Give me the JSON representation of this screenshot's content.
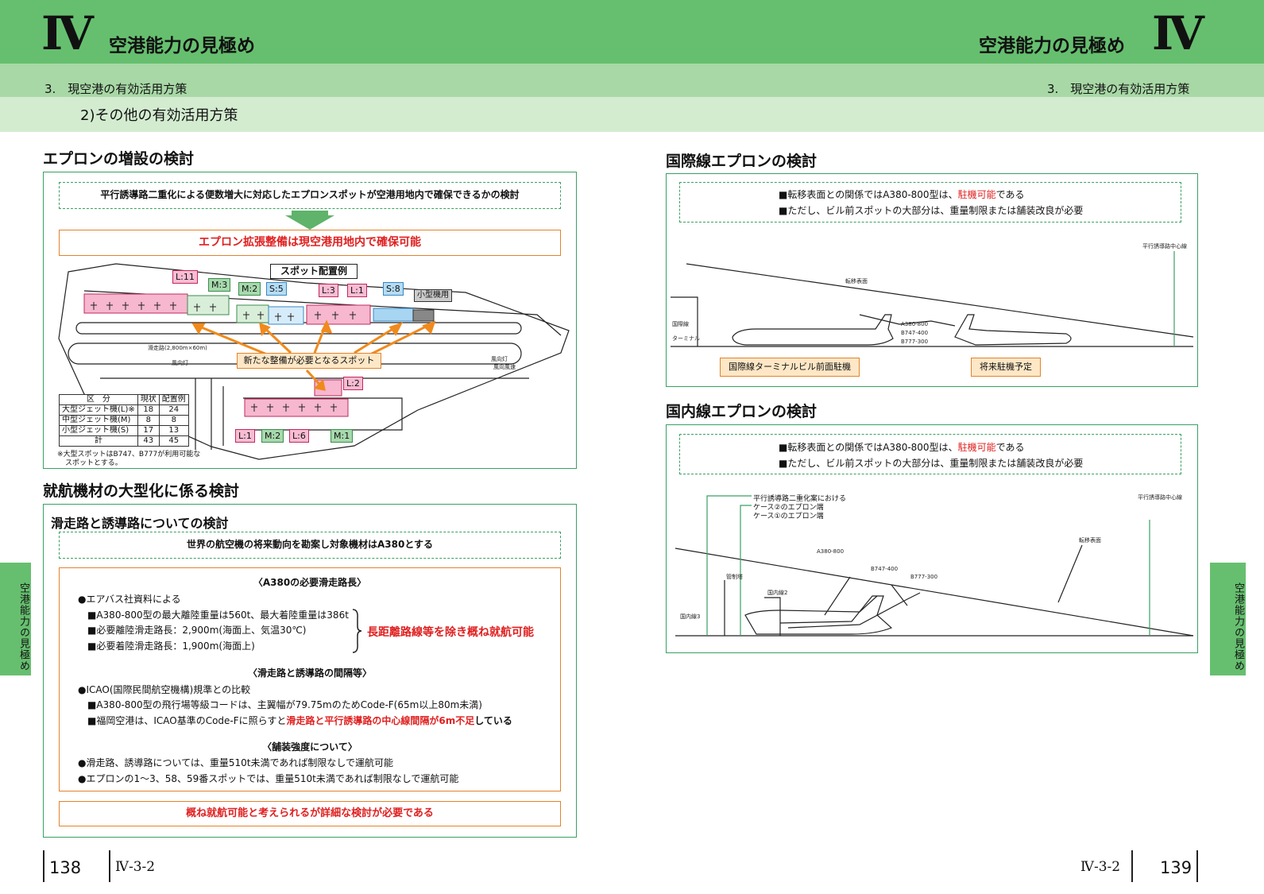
{
  "header": {
    "roman": "Ⅳ",
    "chapter_title": "空港能力の見極め",
    "section": "3.　現空港の有効活用方策",
    "subsection": "2)その他の有効活用方策"
  },
  "side_tab": "空港能力の見極め",
  "left": {
    "apron": {
      "heading": "エプロンの増設の検討",
      "question": "平行誘導路二重化による便数増大に対応したエプロンスポットが空港用地内で確保できるかの検討",
      "conclusion": "エプロン拡張整備は現空港用地内で確保可能",
      "diagram": {
        "title": "スポット配置例",
        "callout": "新たな整備が必要となるスポット",
        "small_aircraft": "小型機用",
        "runway_label": "滑走路(2,800m×60m)",
        "wind_vane_1": "風向灯",
        "wind_vane_2": "風向灯",
        "wind_vane_3": "風向風速",
        "spot_labels": [
          "L:11",
          "M:3",
          "M:2",
          "S:5",
          "L:3",
          "L:1",
          "S:8",
          "L:2",
          "L:1",
          "M:2",
          "L:6",
          "M:1"
        ],
        "table": {
          "headers": [
            "区　分",
            "現状",
            "配置例"
          ],
          "rows": [
            [
              "大型ジェット機(L)※",
              "18",
              "24"
            ],
            [
              "中型ジェット機(M)",
              "8",
              "8"
            ],
            [
              "小型ジェット機(S)",
              "17",
              "13"
            ],
            [
              "計",
              "43",
              "45"
            ]
          ],
          "note_1": "※大型スポットはB747、B777が利用可能な",
          "note_2": "スポットとする。"
        }
      }
    },
    "large": {
      "heading": "就航機材の大型化に係る検討",
      "sub_heading": "滑走路と誘導路についての検討",
      "question": "世界の航空機の将来動向を勘案し対象機材はA380とする",
      "sec1_title": "〈A380の必要滑走路長〉",
      "sec1_l1": "●エアバス社資料による",
      "sec1_l2": "■A380-800型の最大離陸重量は560t、最大着陸重量は386t",
      "sec1_l3": "■必要離陸滑走路長：2,900m(海面上、気温30℃)",
      "sec1_l4": "■必要着陸滑走路長：1,900m(海面上)",
      "sec1_result": "長距離路線等を除き概ね就航可能",
      "sec2_title": "〈滑走路と誘導路の間隔等〉",
      "sec2_l1": "●ICAO(国際民間航空機構)規準との比較",
      "sec2_l2": "■A380-800型の飛行場等級コードは、主翼幅が79.75mのためCode-F(65m以上80m未満)",
      "sec2_l3a": "■福岡空港は、ICAO基準のCode-Fに照らすと",
      "sec2_l3b": "滑走路と平行誘導路の中心線間隔が6m不足",
      "sec2_l3c": "している",
      "sec3_title": "〈舗装強度について〉",
      "sec3_l1": "●滑走路、誘導路については、重量510t未満であれば制限なしで運航可能",
      "sec3_l2": "●エプロンの1～3、58、59番スポットでは、重量510t未満であれば制限なしで運航可能",
      "conclusion": "概ね就航可能と考えられるが詳細な検討が必要である"
    }
  },
  "right": {
    "intl": {
      "heading": "国際線エプロンの検討",
      "l1a": "■転移表面との関係ではA380-800型は、",
      "l1b": "駐機可能",
      "l1c": "である",
      "l2": "■ただし、ビル前スポットの大部分は、重量制限または舗装改良が必要",
      "tag1": "国際線ターミナルビル前面駐機",
      "tag2": "将来駐機予定",
      "draw_labels": [
        "A380-800",
        "B747-400",
        "B777-300",
        "転移表面",
        "国際線",
        "ターミナル",
        "平行誘導路中心線"
      ]
    },
    "dom": {
      "heading": "国内線エプロンの検討",
      "l1a": "■転移表面との関係ではA380-800型は、",
      "l1b": "駐機可能",
      "l1c": "である",
      "l2": "■ただし、ビル前スポットの大部分は、重量制限または舗装改良が必要",
      "note1": "平行誘導路二重化案における",
      "note2": "ケース②のエプロン端",
      "note3": "ケース①のエプロン端",
      "draw_labels": [
        "A380-800",
        "B747-400",
        "B777-300",
        "転移表面",
        "管制塔",
        "国内線2",
        "国内線3",
        "平行誘導路中心線"
      ]
    }
  },
  "footer": {
    "left_page": "138",
    "left_code": "Ⅳ-3-2",
    "right_code": "Ⅳ-3-2",
    "right_page": "139"
  },
  "colors": {
    "header_green": "#66bf6f",
    "frame_green": "#3aa063",
    "orange": "#e2832b",
    "red": "#e02020"
  }
}
